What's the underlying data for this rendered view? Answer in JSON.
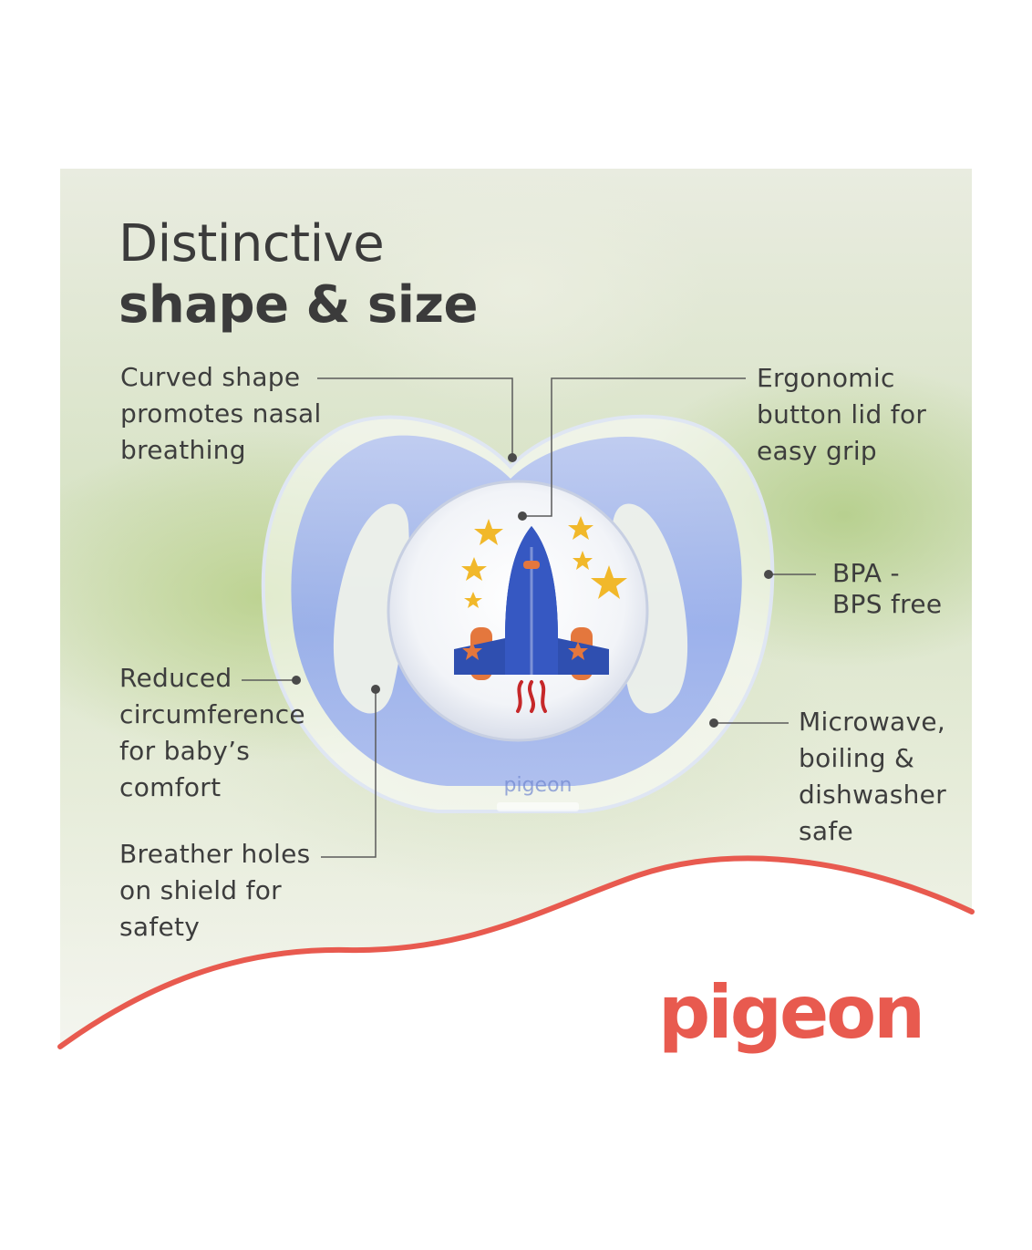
{
  "title": {
    "line1": "Distinctive",
    "line2": "shape & size"
  },
  "callouts": {
    "curved": [
      "Curved shape",
      "promotes nasal",
      "breathing"
    ],
    "ergonomic": [
      "Ergonomic",
      "button lid for",
      "easy grip"
    ],
    "bpa": [
      "BPA -",
      "BPS free"
    ],
    "reduced": [
      "Reduced",
      "circumference",
      "for baby’s",
      "comfort"
    ],
    "microwave": [
      "Microwave,",
      "boiling &",
      "dishwasher",
      "safe"
    ],
    "breather": [
      "Breather holes",
      "on shield for",
      "safety"
    ]
  },
  "product_text": "pigeon",
  "brand": {
    "name": "pigeon"
  },
  "colors": {
    "brand": "#e85a4f",
    "shield": "#7f9be8",
    "rocket": "#2f4fb0",
    "star": "#f1b82a"
  }
}
